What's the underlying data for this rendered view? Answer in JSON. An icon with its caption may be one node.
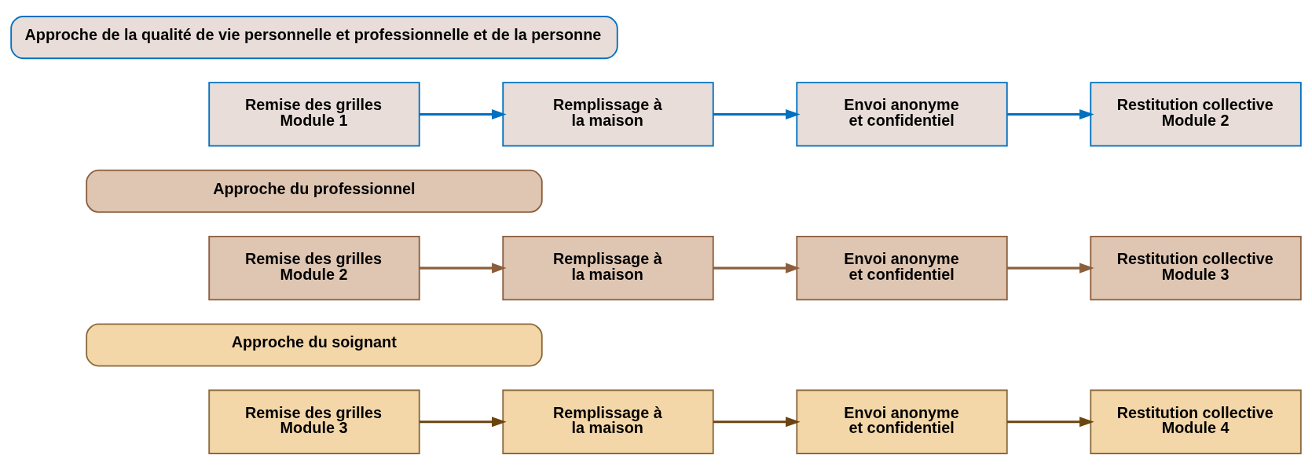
{
  "diagram": {
    "nodes": [
      {
        "text": [
          "Approche de la qualité de vie personnelle et professionnelle et de la personne"
        ]
      },
      {
        "text": [
          "Remise des grilles Module 1"
        ]
      },
      {
        "text": [
          "Remplissage à la maison"
        ]
      },
      {
        "text": [
          "Envoi anonyme et confidentiel"
        ]
      },
      {
        "text": [
          "Restitution collective Module 2"
        ]
      },
      {
        "text": [
          "Approche du professionnel"
        ]
      },
      {
        "text": [
          "Remise des grilles Module 2"
        ]
      },
      {
        "text": [
          "Remplissage à la maison"
        ]
      },
      {
        "text": [
          "Envoi anonyme et confidentiel"
        ]
      },
      {
        "text": [
          "Restitution collective Module 3"
        ]
      },
      {
        "text": [
          "Approche du soignant"
        ]
      },
      {
        "text": [
          "Remise des grilles Module 3"
        ]
      },
      {
        "text": [
          "Remplissage à la maison"
        ]
      },
      {
        "text": [
          "Envoi anonyme et confidentiel"
        ]
      },
      {
        "text": [
          "Restitution collective Module 4"
        ]
      }
    ],
    "edges": [
      {
        "from": 1,
        "to": 2,
        "arrow": "to",
        "color": "#0070c0"
      },
      {
        "from": 2,
        "to": 3,
        "arrow": "to",
        "color": "#0070c0"
      },
      {
        "from": 3,
        "to": 4,
        "arrow": "to",
        "color": "#0070c0"
      },
      {
        "from": 6,
        "to": 7,
        "arrow": "to",
        "color": "#8c5e3c"
      },
      {
        "from": 7,
        "to": 8,
        "arrow": "to",
        "color": "#8c5e3c"
      },
      {
        "from": 8,
        "to": 9,
        "arrow": "to",
        "color": "#8c5e3c"
      },
      {
        "from": 11,
        "to": 12,
        "arrow": "to",
        "color": "#6b4410"
      },
      {
        "from": 12,
        "to": 13,
        "arrow": "to",
        "color": "#6b4410"
      },
      {
        "from": 13,
        "to": 14,
        "arrow": "to",
        "color": "#6b4410"
      }
    ]
  }
}
